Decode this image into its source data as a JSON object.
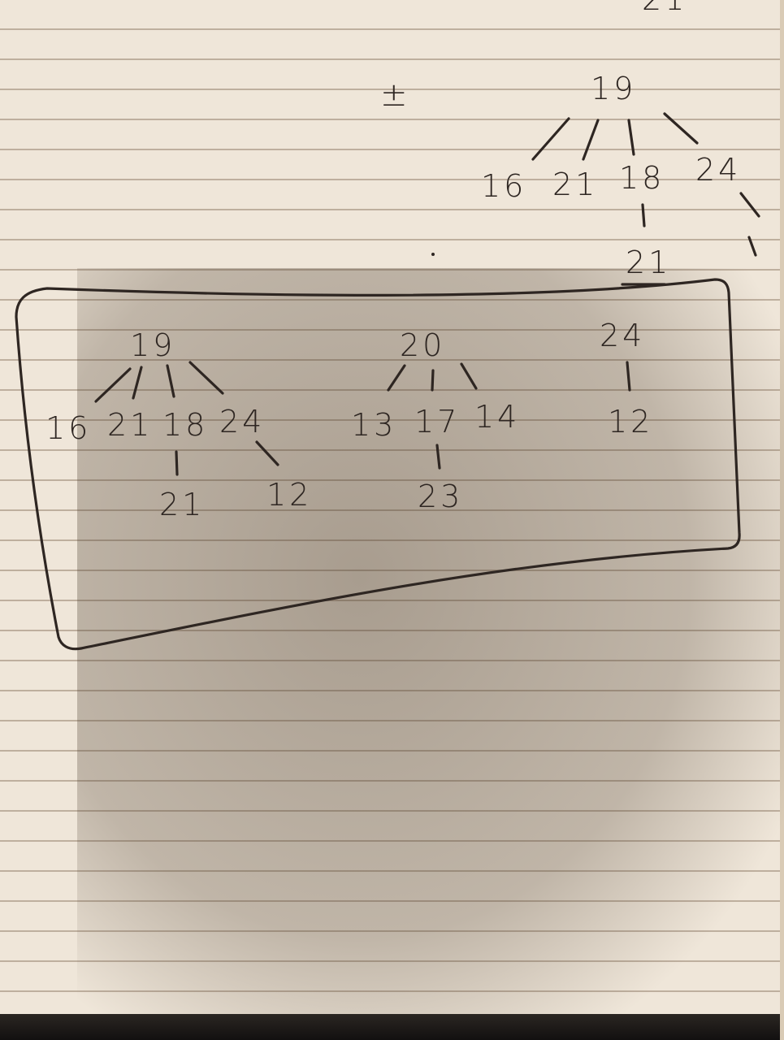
{
  "page": {
    "top_scrawl": "21",
    "mark": "±"
  },
  "top_tree": {
    "root": "19",
    "children": [
      "16",
      "21",
      "18",
      "24"
    ],
    "grandchild_18": "21"
  },
  "boxed_trees": [
    {
      "root": "19",
      "children": [
        "16",
        "21",
        "18",
        "24"
      ],
      "grandchild_18": "21",
      "grandchild_24": "12"
    },
    {
      "root": "20",
      "children": [
        "13",
        "17",
        "14"
      ],
      "grandchild_17": "23"
    },
    {
      "root": "24",
      "children": [
        "12"
      ]
    }
  ],
  "colors": {
    "paper": "#efe6d9",
    "ink": "#2e2622",
    "rule_line": "#968270"
  }
}
